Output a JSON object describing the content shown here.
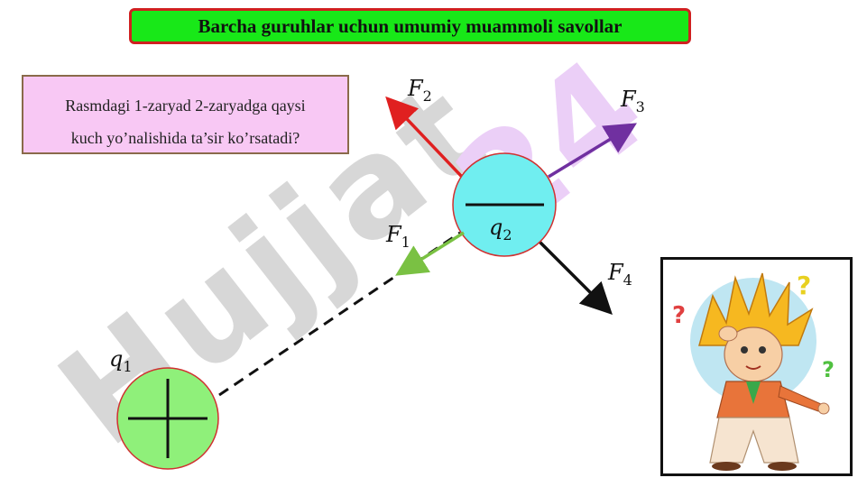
{
  "title": "Barcha guruhlar uchun umumiy muammoli savollar",
  "question": {
    "line1": "Rasmdagi 1-zaryad 2-zaryadga qaysi",
    "line2": "kuch yo’nalishida  ta’sir ko’rsatadi?"
  },
  "watermark": "Hujjat24",
  "charges": [
    {
      "symbol": "q",
      "index": "1",
      "sign": "+",
      "color": "#8ff07a"
    },
    {
      "symbol": "q",
      "index": "2",
      "sign": "−",
      "color": "#70eef0"
    }
  ],
  "forces": [
    {
      "symbol": "F",
      "index": "1",
      "color": "#7ac143"
    },
    {
      "symbol": "F",
      "index": "2",
      "color": "#e02020"
    },
    {
      "symbol": "F",
      "index": "3",
      "color": "#7030a0"
    },
    {
      "symbol": "F",
      "index": "4",
      "color": "#111111"
    }
  ],
  "cartoon": {
    "icon": "confused-boy-illustration",
    "marks": [
      "?",
      "?",
      "?"
    ]
  }
}
